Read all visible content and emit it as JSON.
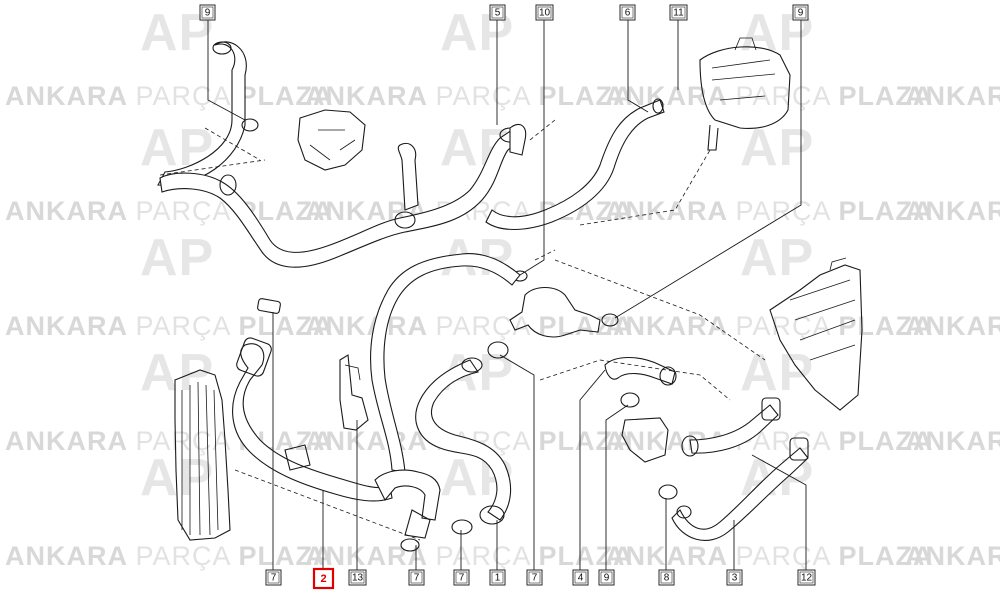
{
  "watermark": {
    "brand": [
      "ANKARA",
      "PARÇA",
      "PLAZA"
    ],
    "logo_letters": "AP"
  },
  "callouts": [
    {
      "id": "c-9-top-left",
      "label": "9"
    },
    {
      "id": "c-5-top",
      "label": "5"
    },
    {
      "id": "c-10-top",
      "label": "10"
    },
    {
      "id": "c-6-top",
      "label": "6"
    },
    {
      "id": "c-11-top",
      "label": "11"
    },
    {
      "id": "c-9-top-right",
      "label": "9"
    },
    {
      "id": "c-7-bottom-a",
      "label": "7"
    },
    {
      "id": "c-2-bottom",
      "label": "2",
      "highlighted": true
    },
    {
      "id": "c-13-bottom",
      "label": "13"
    },
    {
      "id": "c-7-bottom-b",
      "label": "7"
    },
    {
      "id": "c-7-bottom-c",
      "label": "7"
    },
    {
      "id": "c-1-bottom",
      "label": "1"
    },
    {
      "id": "c-7-bottom-d",
      "label": "7"
    },
    {
      "id": "c-4-bottom",
      "label": "4"
    },
    {
      "id": "c-9-bottom",
      "label": "9"
    },
    {
      "id": "c-8-bottom",
      "label": "8"
    },
    {
      "id": "c-3-bottom",
      "label": "3"
    },
    {
      "id": "c-12-bottom",
      "label": "12"
    }
  ],
  "colors": {
    "highlight": "#e00000",
    "line": "#1a1a1a",
    "watermark": "#d8d8d8"
  }
}
